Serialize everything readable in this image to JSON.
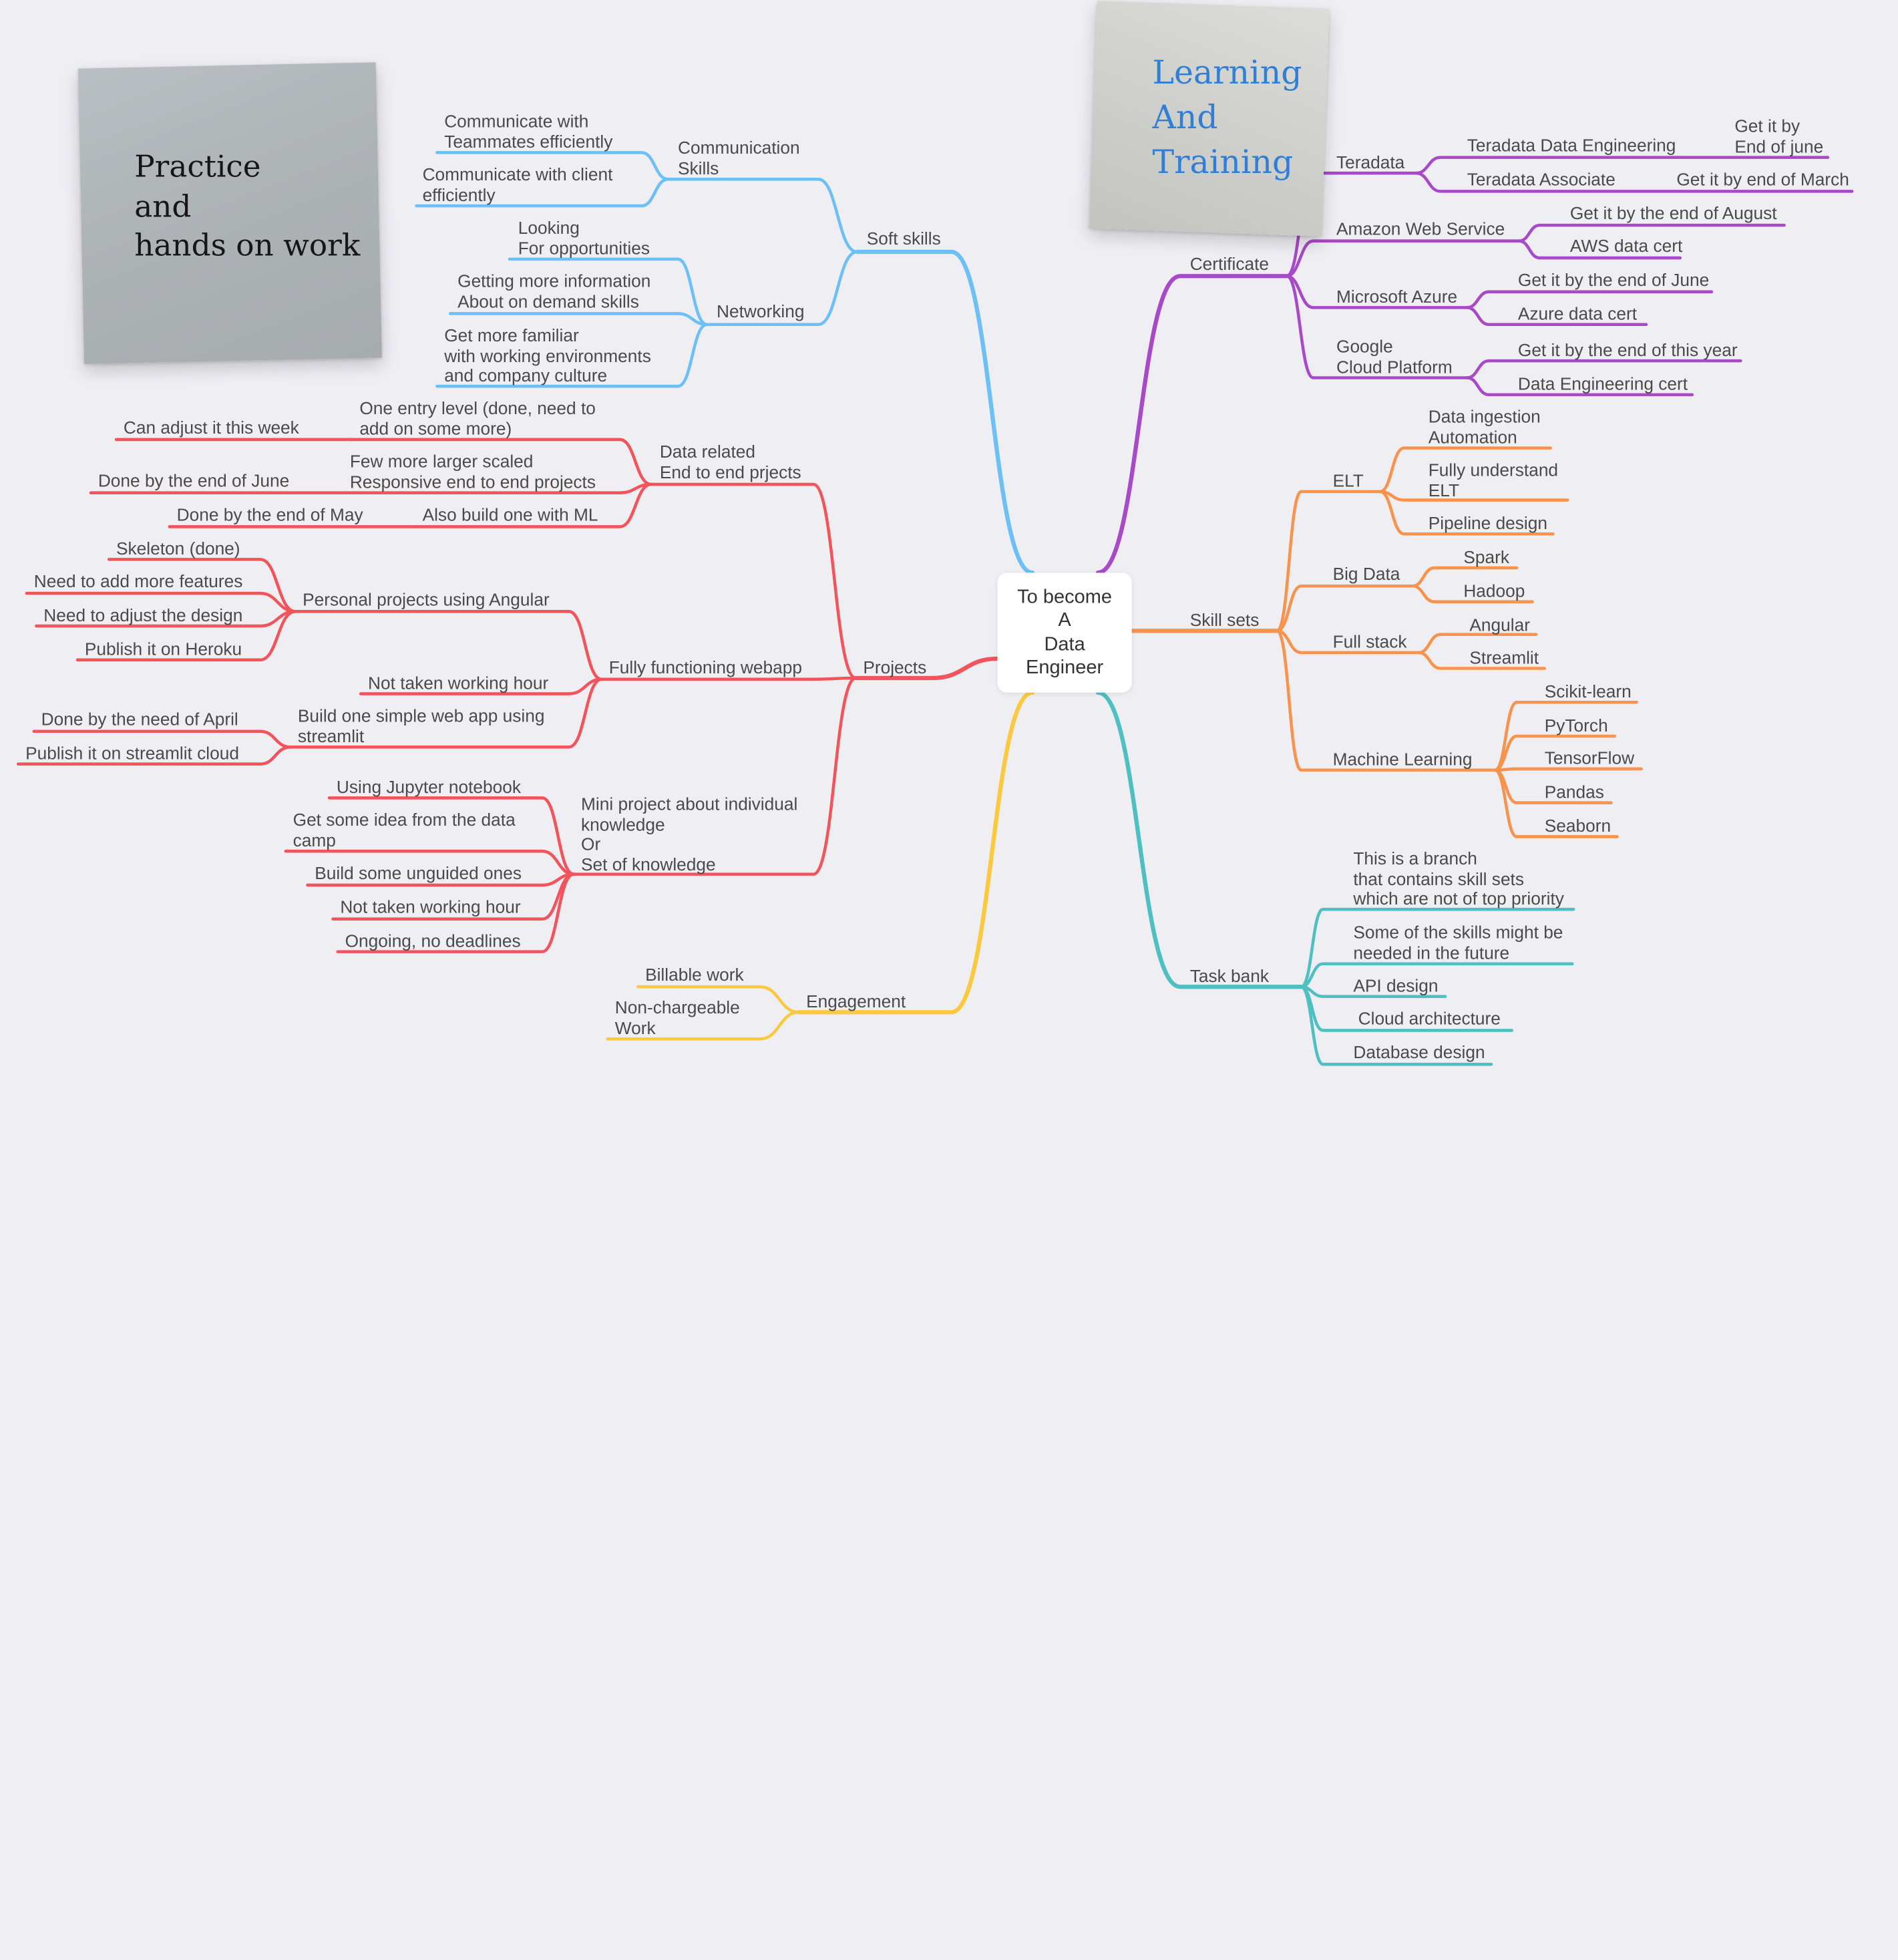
{
  "sticky_notes": {
    "practice": "Practice\nand\nhands on work",
    "learning": "Learning\nAnd\nTraining"
  },
  "root": {
    "label": "To become\nA\nData\nEngineer"
  },
  "branch_colors": {
    "soft": "#6cc0f5",
    "projects": "#f2545b",
    "engagement": "#fbc93d",
    "certificate": "#a849c8",
    "skills": "#f7934c",
    "taskbank": "#4fc0c2"
  },
  "branches": {
    "soft_skills": {
      "label": "Soft skills",
      "communication": {
        "label": "Communication\nSkills",
        "items": [
          "Communicate with\nTeammates efficiently",
          "Communicate with client\nefficiently"
        ]
      },
      "networking": {
        "label": "Networking",
        "items": [
          "Looking\nFor opportunities",
          "Getting more information\nAbout on demand skills",
          "Get more familiar\nwith working environments\nand company culture"
        ]
      }
    },
    "projects": {
      "label": "Projects",
      "data_related": {
        "label": "Data related\nEnd to end prjects",
        "one_entry": {
          "label": "One entry level (done, need to\nadd on some more)",
          "note": "Can adjust it this week"
        },
        "few_more": {
          "label": "Few more larger scaled\nResponsive end to end projects",
          "note": "Done by the end of June"
        },
        "ml": {
          "label": "Also build one with ML",
          "note": "Done by the end of May"
        }
      },
      "webapp": {
        "label": "Fully functioning webapp",
        "angular": {
          "label": "Personal projects using Angular",
          "items": [
            "Skeleton (done)",
            "Need to add more features",
            "Need to adjust the design",
            "Publish it on Heroku"
          ]
        },
        "not_taken": "Not taken working hour",
        "streamlit": {
          "label": "Build one simple web app using\nstreamlit",
          "items": [
            "Done by the need of April",
            "Publish it on streamlit cloud"
          ]
        }
      },
      "mini": {
        "label": "Mini project about individual\nknowledge\nOr\nSet of knowledge",
        "items": [
          "Using Jupyter notebook",
          "Get some idea from the data\ncamp",
          "Build some unguided ones",
          "Not taken working hour",
          "Ongoing, no deadlines"
        ]
      }
    },
    "engagement": {
      "label": "Engagement",
      "items": [
        "Billable work",
        "Non-chargeable\nWork"
      ]
    },
    "certificate": {
      "label": "Certificate",
      "teradata": {
        "label": "Teradata",
        "data_eng": {
          "label": "Teradata Data Engineering",
          "note": "Get it by\nEnd of june"
        },
        "associate": {
          "label": "Teradata Associate",
          "note": "Get it by end of March"
        }
      },
      "aws": {
        "label": "Amazon Web Service",
        "items": [
          "Get it by the end of August",
          "AWS data cert"
        ]
      },
      "azure": {
        "label": "Microsoft Azure",
        "items": [
          "Get it by the end of June",
          "Azure data cert"
        ]
      },
      "gcp": {
        "label": "Google\nCloud Platform",
        "items": [
          "Get it by the end of this year",
          "Data Engineering cert"
        ]
      }
    },
    "skill_sets": {
      "label": "Skill sets",
      "elt": {
        "label": "ELT",
        "items": [
          "Data ingestion\nAutomation",
          "Fully understand\nELT",
          "Pipeline design"
        ]
      },
      "bigdata": {
        "label": "Big Data",
        "items": [
          "Spark",
          "Hadoop"
        ]
      },
      "fullstack": {
        "label": "Full stack",
        "items": [
          "Angular",
          "Streamlit"
        ]
      },
      "ml": {
        "label": "Machine Learning",
        "items": [
          "Scikit-learn",
          "PyTorch",
          "TensorFlow",
          "Pandas",
          "Seaborn"
        ]
      }
    },
    "task_bank": {
      "label": "Task bank",
      "items": [
        "This is a branch\nthat contains skill sets\nwhich are not of top priority",
        "Some of the skills might be\nneeded in the future",
        "API design",
        "Cloud architecture",
        "Database design"
      ]
    }
  }
}
